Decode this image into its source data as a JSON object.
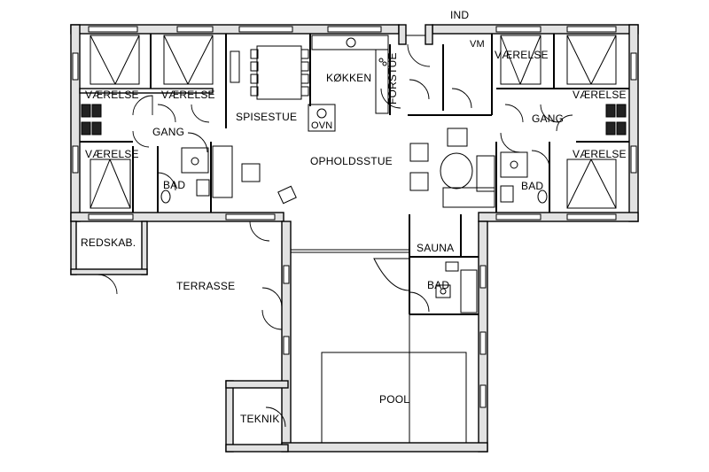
{
  "plan": {
    "labels": {
      "ind": "IND",
      "vm": "VM",
      "forstue": "FORSTUE",
      "koekken": "KØKKEN",
      "ovn": "OVN",
      "spisestue": "SPISESTUE",
      "opholdsstue": "OPHOLDSSTUE",
      "vaerelse_tl": "VÆRELSE",
      "vaerelse_tm": "VÆRELSE",
      "vaerelse_bl": "VÆRELSE",
      "vaerelse_tr1": "VÆRELSE",
      "vaerelse_tr2": "VÆRELSE",
      "vaerelse_br": "VÆRELSE",
      "gang_left": "GANG",
      "gang_right": "GANG",
      "bad_left": "BAD",
      "bad_right": "BAD",
      "bad_sauna": "BAD",
      "sauna": "SAUNA",
      "redskab": "REDSKAB.",
      "terrasse": "TERRASSE",
      "pool": "POOL",
      "teknik": "TEKNIK"
    }
  }
}
